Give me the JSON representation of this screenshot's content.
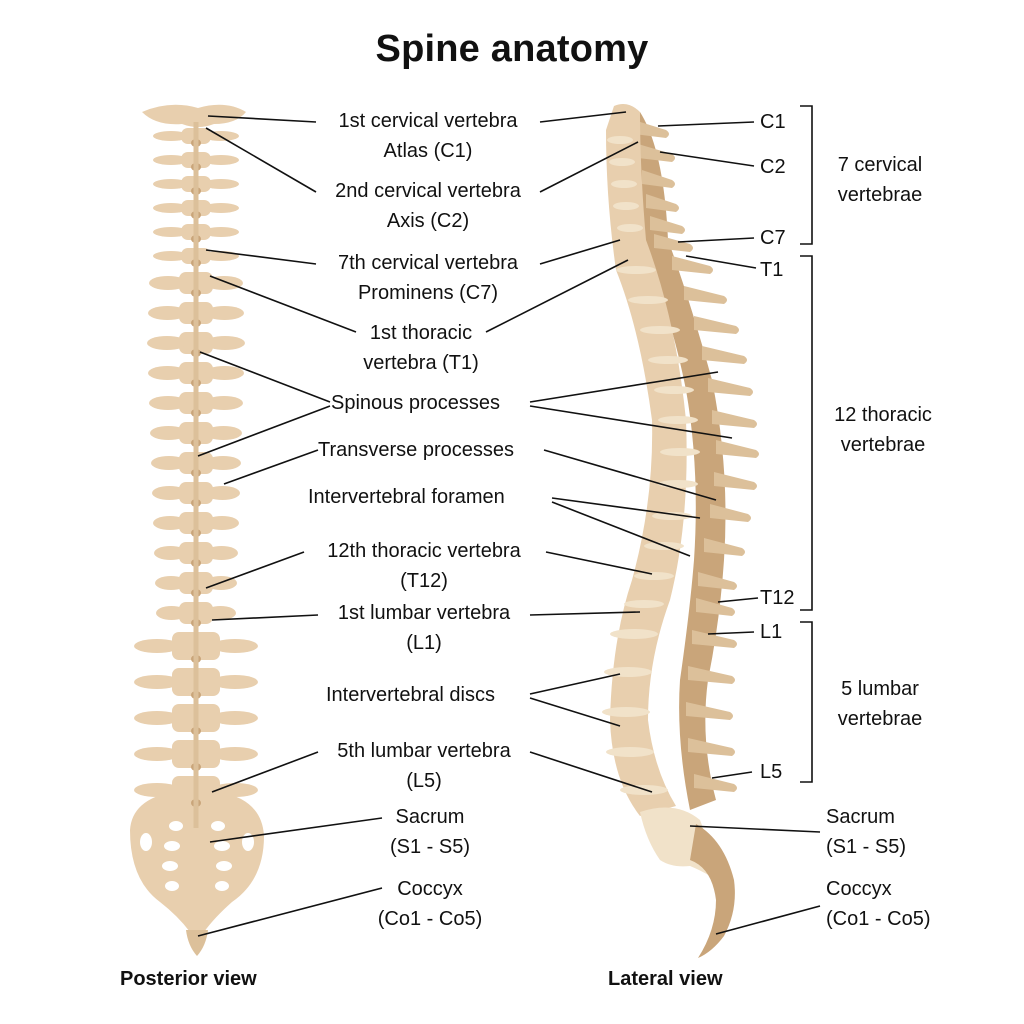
{
  "title": "Spine anatomy",
  "views": {
    "posterior": "Posterior view",
    "lateral": "Lateral view"
  },
  "labels": {
    "c1": [
      "1st cervical vertebra",
      "Atlas (C1)"
    ],
    "c2": [
      "2nd cervical vertebra",
      "Axis (C2)"
    ],
    "c7": [
      "7th cervical vertebra",
      "Prominens (C7)"
    ],
    "t1": [
      "1st thoracic",
      "vertebra (T1)"
    ],
    "spinous": "Spinous processes",
    "transverse": "Transverse processes",
    "foramen": "Intervertebral foramen",
    "t12": [
      "12th thoracic vertebra",
      "(T12)"
    ],
    "l1": [
      "1st lumbar vertebra",
      "(L1)"
    ],
    "discs": "Intervertebral discs",
    "l5": [
      "5th lumbar vertebra",
      "(L5)"
    ],
    "sacrum": [
      "Sacrum",
      "(S1 - S5)"
    ],
    "coccyx": [
      "Coccyx",
      "(Co1 - Co5)"
    ]
  },
  "lateral_tags": {
    "c1": "C1",
    "c2": "C2",
    "c7": "C7",
    "t1": "T1",
    "t12": "T12",
    "l1": "L1",
    "l5": "L5"
  },
  "groups": {
    "cervical": [
      "7 cervical",
      "vertebrae"
    ],
    "thoracic": [
      "12 thoracic",
      "vertebrae"
    ],
    "lumbar": [
      "5 lumbar",
      "vertebrae"
    ]
  },
  "right_labels": {
    "sacrum": [
      "Sacrum",
      "(S1 - S5)"
    ],
    "coccyx": [
      "Coccyx",
      "(Co1 - Co5)"
    ]
  },
  "colors": {
    "bone": "#e8cfae",
    "bone_mid": "#dcc09a",
    "bone_dark": "#c9a57a",
    "bone_light": "#f1e2c9",
    "line": "#111111"
  }
}
